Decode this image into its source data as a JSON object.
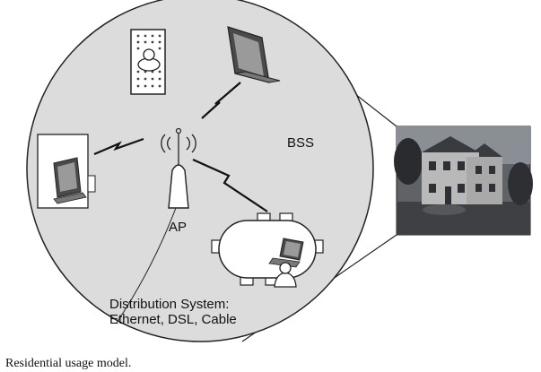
{
  "labels": {
    "bss": "BSS",
    "ap": "AP",
    "distribution_line1": "Distribution System:",
    "distribution_line2": "Ethernet, DSL, Cable"
  },
  "caption": "Residential usage model.",
  "colors": {
    "bss_fill": "#dcdcdc",
    "outline": "#222222",
    "device_dark": "#4a4a4a",
    "device_screen": "#9a9a9a",
    "white": "#ffffff"
  },
  "icons": {
    "ap": "wireless-access-point-icon",
    "tv": "television-icon",
    "bed": "bed-with-person-icon",
    "desk_monitor": "desktop-monitor-icon",
    "table": "conference-table-icon",
    "laptop": "laptop-icon",
    "person": "person-icon",
    "house": "house-photo"
  }
}
